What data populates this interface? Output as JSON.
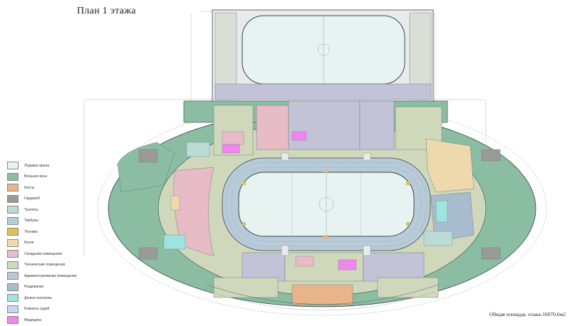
{
  "title": "План 1 этажа",
  "total_area": "Общая площадь этажа-16070,6м2",
  "legend": [
    {
      "label": "Ледовая арена",
      "color": "#e6f3f0"
    },
    {
      "label": "Вольная зона",
      "color": "#8bbda3"
    },
    {
      "label": "Кассы",
      "color": "#e8b58a"
    },
    {
      "label": "Гардероб",
      "color": "#9a9a96"
    },
    {
      "label": "Туалеты",
      "color": "#b9dcd6"
    },
    {
      "label": "Трибуны",
      "color": "#b8cbd8"
    },
    {
      "label": "Техника",
      "color": "#d9c25a"
    },
    {
      "label": "Кухня",
      "color": "#eed9ad"
    },
    {
      "label": "Складские помещения",
      "color": "#e7bcc6"
    },
    {
      "label": "Технические помещения",
      "color": "#cfd8bb"
    },
    {
      "label": "Административные помещения",
      "color": "#c2c3d7"
    },
    {
      "label": "Раздевалки",
      "color": "#a9bccd"
    },
    {
      "label": "Допинг-контроль",
      "color": "#9ee3dd"
    },
    {
      "label": "Комнаты судей",
      "color": "#c7d6ee"
    },
    {
      "label": "Медицина",
      "color": "#f087ef"
    }
  ],
  "colors": {
    "line": "#5f6d70",
    "dim": "#8a8f93",
    "outline": "#39464a"
  }
}
